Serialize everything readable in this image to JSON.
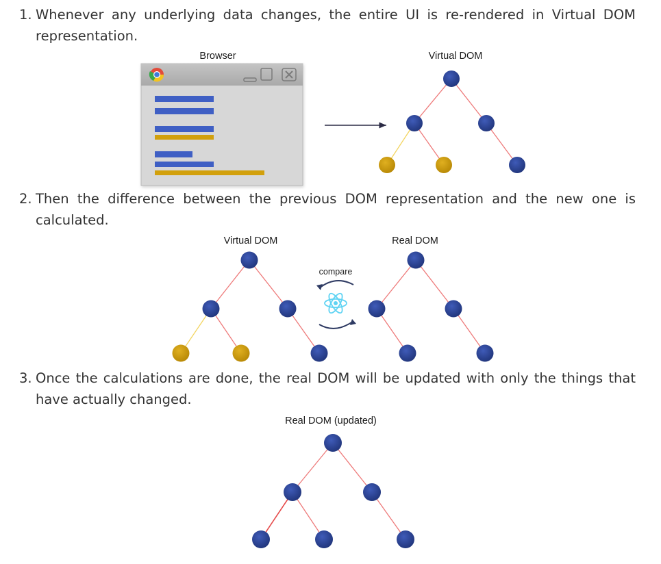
{
  "steps": [
    {
      "number": "1.",
      "text": "Whenever any underlying data changes, the entire UI is re-rendered in Virtual DOM representation."
    },
    {
      "number": "2.",
      "text": "Then the difference between the previous DOM representation and the new one is calculated."
    },
    {
      "number": "3.",
      "text": "Once the calculations are done, the real DOM will be updated with only the things that have actually changed."
    }
  ],
  "figure1": {
    "browser_label": "Browser",
    "tree_label": "Virtual DOM"
  },
  "figure2": {
    "left_label": "Virtual DOM",
    "right_label": "Real DOM",
    "compare_label": "compare"
  },
  "figure3": {
    "label": "Real DOM (updated)"
  },
  "colors": {
    "node_blue": "#2d4596",
    "node_gold": "#c9980b",
    "edge_red": "#ee7a7a",
    "edge_yellow": "#f3d560",
    "browser_bar_blue": "#3f5fc4",
    "browser_bar_gold": "#d2a00c",
    "react_cyan": "#5fd3f3"
  }
}
